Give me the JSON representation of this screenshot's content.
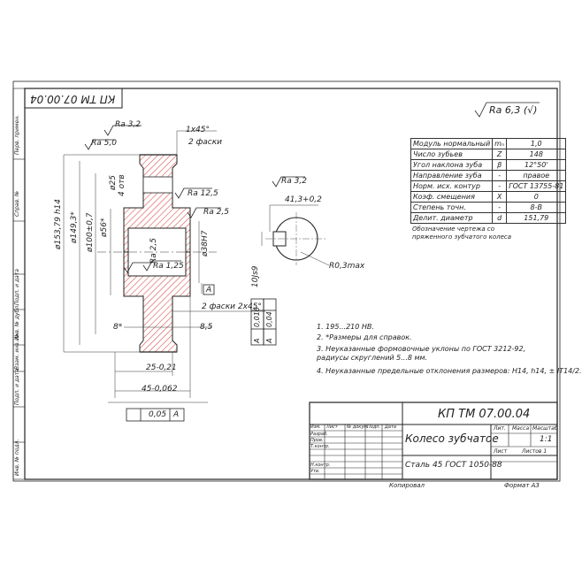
{
  "frame": {
    "stamp_top": "КП ТМ 07.00.04",
    "side_labels": [
      "Перв. примен.",
      "Справ. №",
      "Подп. и дата",
      "Инв. № дубл.",
      "Взам. инв. №",
      "Подп. и дата",
      "Инв. № подл."
    ]
  },
  "roughness": {
    "general": "Ra 6,3 (√)"
  },
  "gear_params": {
    "rows": [
      {
        "name": "Модуль нормальный",
        "sym": "mₙ",
        "val": "1,0"
      },
      {
        "name": "Число зубьев",
        "sym": "Z",
        "val": "148"
      },
      {
        "name": "Угол наклона зуба",
        "sym": "β",
        "val": "12°50'"
      },
      {
        "name": "Направление зуба",
        "sym": "-",
        "val": "правое"
      },
      {
        "name": "Норм. исх. контур",
        "sym": "-",
        "val": "ГОСТ 13755-81"
      },
      {
        "name": "Коэф. смещения",
        "sym": "X",
        "val": "0"
      },
      {
        "name": "Степень точн.",
        "sym": "-",
        "val": "8-В"
      },
      {
        "name": "Делит. диаметр",
        "sym": "d",
        "val": "151,79"
      }
    ],
    "note": "Обозначение чертежа со пряженного зубчатого колеса"
  },
  "dims": {
    "ra32": "Ra 3,2",
    "ra50": "Ra 5,0",
    "ra125a": "Ra 12,5",
    "ra25a": "Ra 2,5",
    "ra25b": "Ra 2,5",
    "ra125b": "Ra 1,25",
    "ra32b": "Ra 3,2",
    "chamfer_top": "1x45°",
    "chamfer_2": "2 фаски",
    "chamfer_bottom": "2 фаски 2x45°",
    "d15379": "ø153,79 h14",
    "d1493": "ø149,3*",
    "d100": "ø100±0,7",
    "d56": "ø56*",
    "d25": "ø25",
    "d4otv": "4 отв",
    "d3847": "ø38H7",
    "width8": "8*",
    "w85": "8,5",
    "w25": "25-0,21",
    "w45": "45-0,062",
    "key41": "41,3+0,2",
    "keyR": "R0,3max",
    "key10": "10Js9",
    "tol1": "0,016",
    "tol1ref": "А",
    "tol2": "0,04",
    "tol2ref": "А",
    "tol3": "0,05",
    "tol3ref": "А",
    "datum": "А"
  },
  "notes": [
    "1. 195...210 НВ.",
    "2. *Размеры для справок.",
    "3. Неуказанные формовочные уклоны по ГОСТ 3212-92, радиусы скруглений 5...8 мм.",
    "4. Неуказанные предельные отклонения размеров: Н14, h14, ± IT14/2."
  ],
  "title_block": {
    "doc_code": "КП ТМ 07.00.04",
    "part_name": "Колесо зубчатое",
    "material": "Сталь 45 ГОСТ 1050-88",
    "scale": "1:1",
    "sheet": "Лист",
    "sheets": "Листов 1",
    "lit": "Лит.",
    "mass": "Масса",
    "masshtab": "Масштаб",
    "rows": [
      "Изм.",
      "Лист",
      "№ докум.",
      "Подп.",
      "Дата",
      "Разраб.",
      "Пров.",
      "Т.контр.",
      "Н.контр.",
      "Утв."
    ],
    "copied": "Копировал",
    "format": "Формат А3"
  }
}
